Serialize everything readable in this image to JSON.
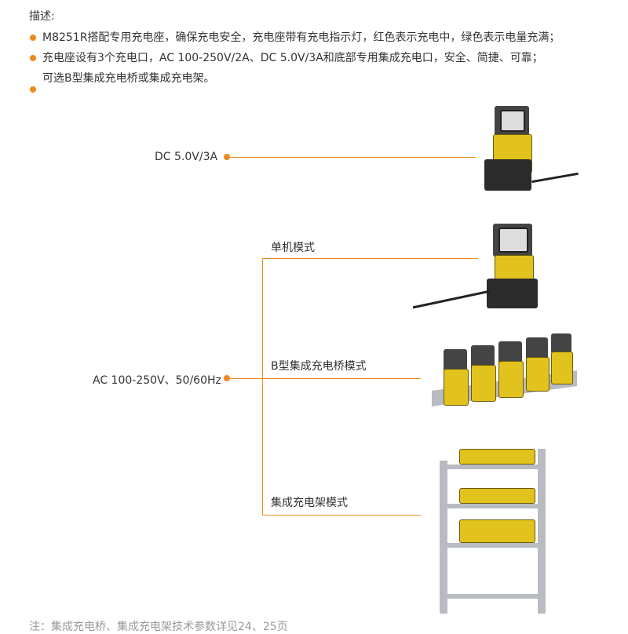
{
  "description": {
    "heading": "描述:",
    "bullets": [
      "M8251R搭配专用充电座，确保充电安全，充电座带有充电指示灯，红色表示充电中，绿色表示电量充满；",
      "充电座设有3个充电口，AC 100-250V/2A、DC 5.0V/3A和底部专用集成充电口，安全、简捷、可靠；",
      "可选B型集成充电桥或集成充电架。"
    ]
  },
  "diagram": {
    "dc_label": "DC 5.0V/3A",
    "ac_label": "AC 100-250V、50/60Hz",
    "modes": [
      "单机模式",
      "B型集成充电桥模式",
      "集成充电架模式"
    ]
  },
  "footnote": "注：集成充电桥、集成充电架技术参数详见24、25页",
  "colors": {
    "accent": "#ee8a1c",
    "device": "#e2c21c"
  }
}
